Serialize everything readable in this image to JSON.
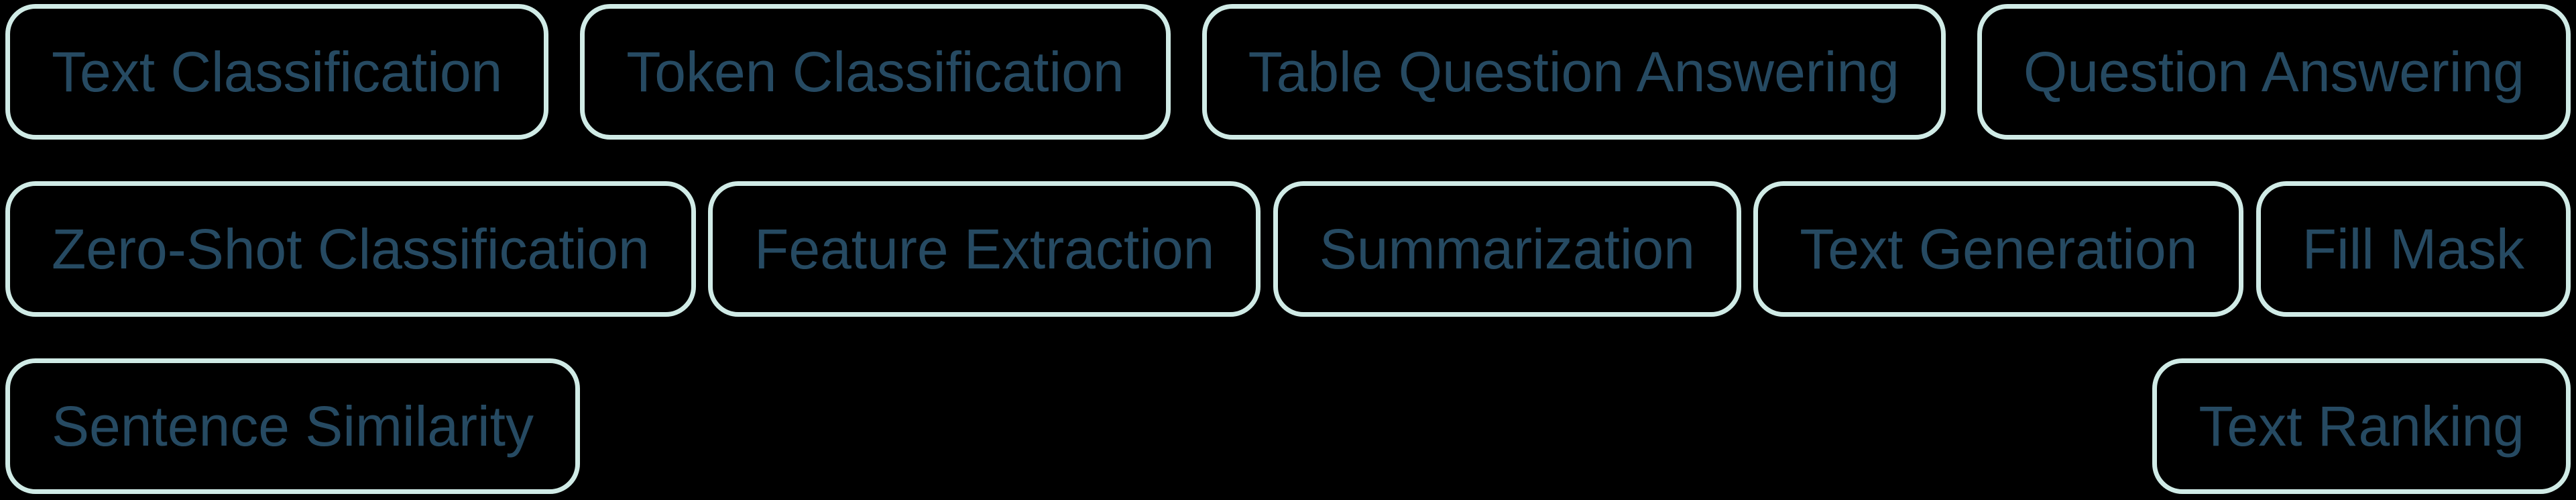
{
  "theme": {
    "background": "#000000",
    "tag_border_color": "#d0ebe6",
    "tag_text_color": "#264a62"
  },
  "tags": {
    "rows": [
      {
        "items": [
          {
            "label": "Text Classification"
          },
          {
            "label": "Token Classification"
          },
          {
            "label": "Table Question Answering"
          },
          {
            "label": "Question Answering"
          }
        ]
      },
      {
        "items": [
          {
            "label": "Zero-Shot Classification"
          },
          {
            "label": "Feature Extraction"
          },
          {
            "label": "Summarization"
          },
          {
            "label": "Text Generation"
          },
          {
            "label": "Fill Mask"
          }
        ]
      },
      {
        "items": [
          {
            "label": "Sentence Similarity"
          },
          {
            "label": "Text Ranking"
          }
        ]
      }
    ]
  }
}
